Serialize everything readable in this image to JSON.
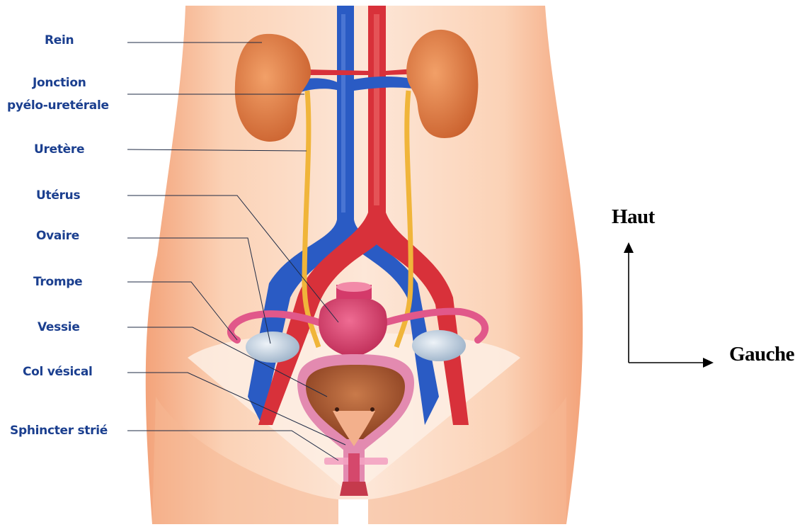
{
  "labels": [
    {
      "id": "rein",
      "text": "Rein"
    },
    {
      "id": "jonction1",
      "text": "Jonction"
    },
    {
      "id": "jonction2",
      "text": "pyélo-uretérale"
    },
    {
      "id": "uretere",
      "text": "Uretère"
    },
    {
      "id": "uterus",
      "text": "Utérus"
    },
    {
      "id": "ovaire",
      "text": "Ovaire"
    },
    {
      "id": "trompe",
      "text": "Trompe"
    },
    {
      "id": "vessie",
      "text": "Vessie"
    },
    {
      "id": "col",
      "text": "Col vésical"
    },
    {
      "id": "sphincter",
      "text": "Sphincter strié"
    }
  ],
  "orientation": {
    "up_label": "Haut",
    "right_label": "Gauche"
  },
  "colors": {
    "label_text": "#1b3f8f",
    "skin_light": "#fde3cf",
    "skin_dark": "#f4a77c",
    "kidney": "#d9753f",
    "artery": "#d8313a",
    "vein": "#2a5bc4",
    "ureter": "#f0b53a",
    "uterus": "#d43a6a",
    "ovary": "#b9c8d8",
    "bladder": "#e38ab0"
  }
}
